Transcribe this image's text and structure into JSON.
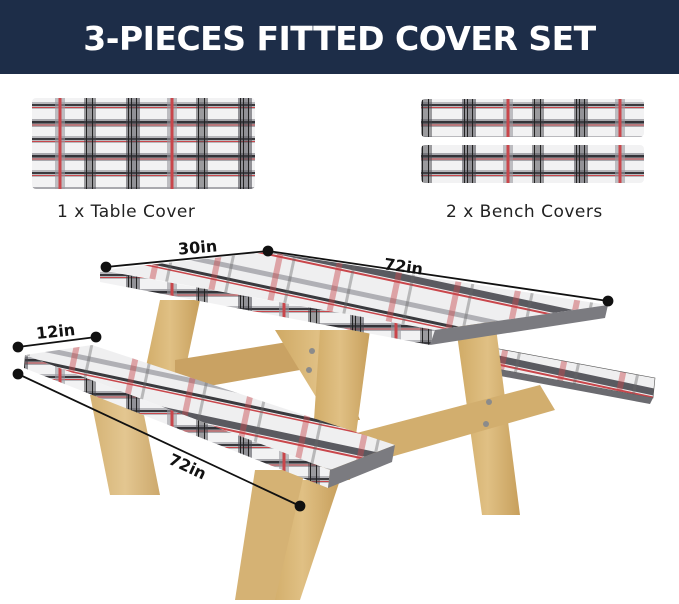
{
  "banner": {
    "title": "3-PIECES FITTED COVER SET",
    "background_color": "#1d2d48",
    "text_color": "#ffffff"
  },
  "pieces": [
    {
      "label": "1 x Table Cover",
      "count": 1,
      "item": "Table Cover"
    },
    {
      "label": "2 x Bench Covers",
      "count": 2,
      "item": "Bench Covers"
    }
  ],
  "dimensions": {
    "table_width": "30in",
    "table_length": "72in",
    "bench_width": "12in",
    "bench_length": "72in"
  },
  "colors": {
    "plaid_red": "#c9464b",
    "plaid_dark": "#3a3a3e",
    "plaid_gray": "#9a9aa0",
    "plaid_light": "#e6e6e8",
    "wood": "#d8b77a",
    "wood_shadow": "#b8955a"
  }
}
